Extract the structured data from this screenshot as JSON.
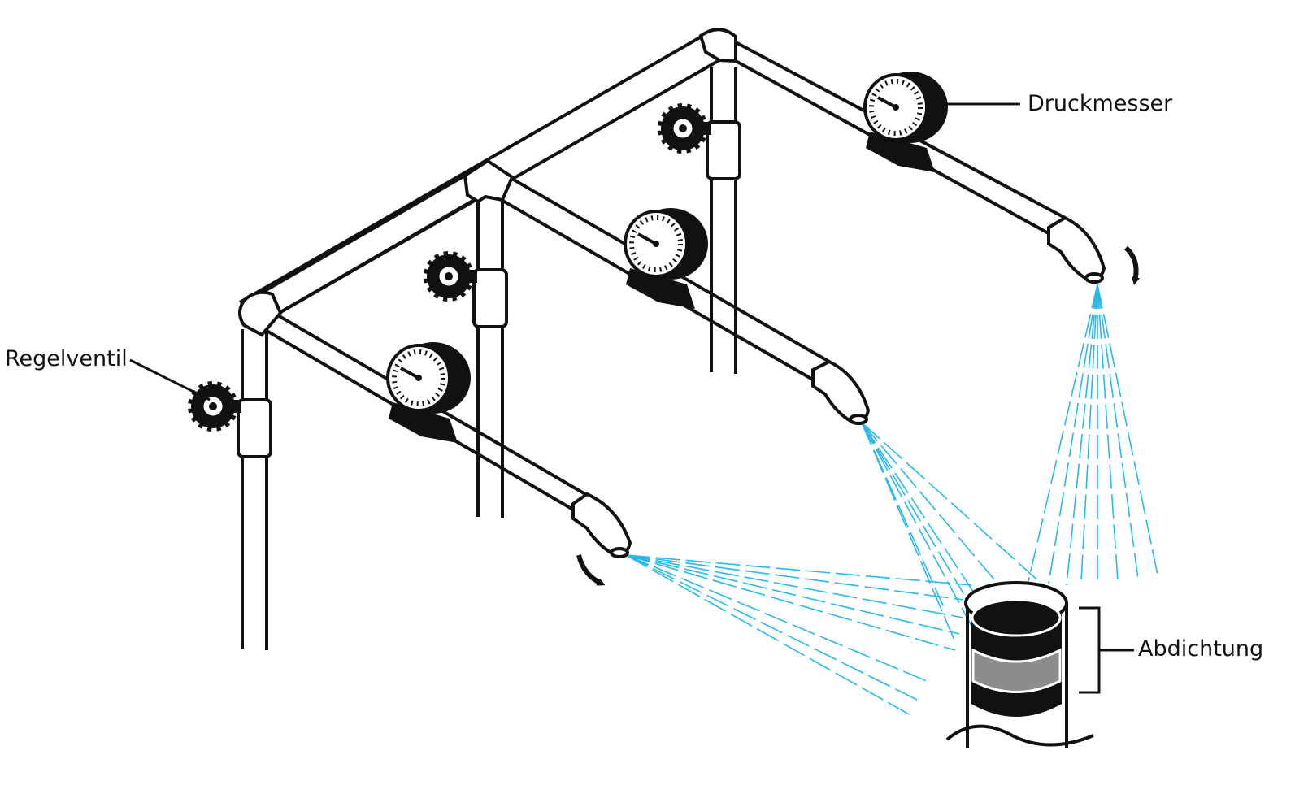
{
  "labels": {
    "regelventil": "Regelventil",
    "druckmesser": "Druckmesser",
    "abdichtung": "Abdichtung"
  },
  "colors": {
    "spray": "#29b8ea",
    "line": "#111111",
    "seal_middle": "#8c8c8c"
  },
  "icons": [
    "valve-handwheel-icon",
    "pressure-gauge-icon",
    "rotation-arrow-icon",
    "spray-nozzle-icon"
  ]
}
